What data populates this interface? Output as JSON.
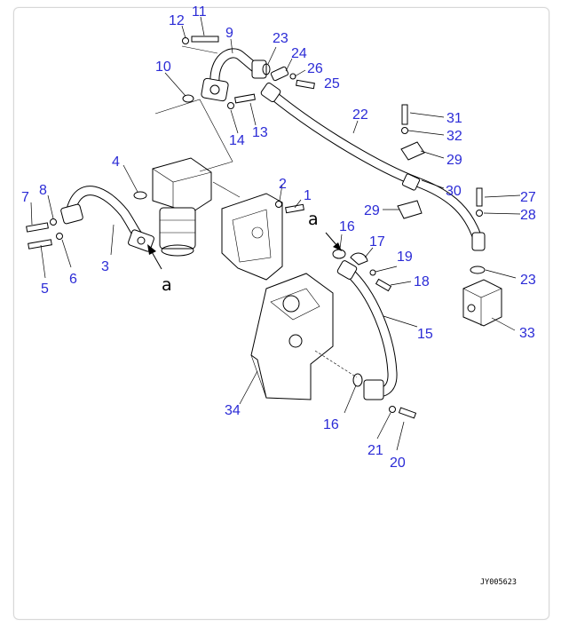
{
  "drawing_code": "JY005623",
  "view_marker": "a",
  "callout_color": "#2b2bd6",
  "callouts": [
    "1",
    "2",
    "3",
    "4",
    "5",
    "6",
    "7",
    "8",
    "9",
    "10",
    "11",
    "12",
    "13",
    "14",
    "15",
    "16",
    "17",
    "18",
    "19",
    "20",
    "21",
    "22",
    "23",
    "24",
    "25",
    "26",
    "27",
    "28",
    "29",
    "30",
    "31",
    "32",
    "33",
    "34"
  ]
}
